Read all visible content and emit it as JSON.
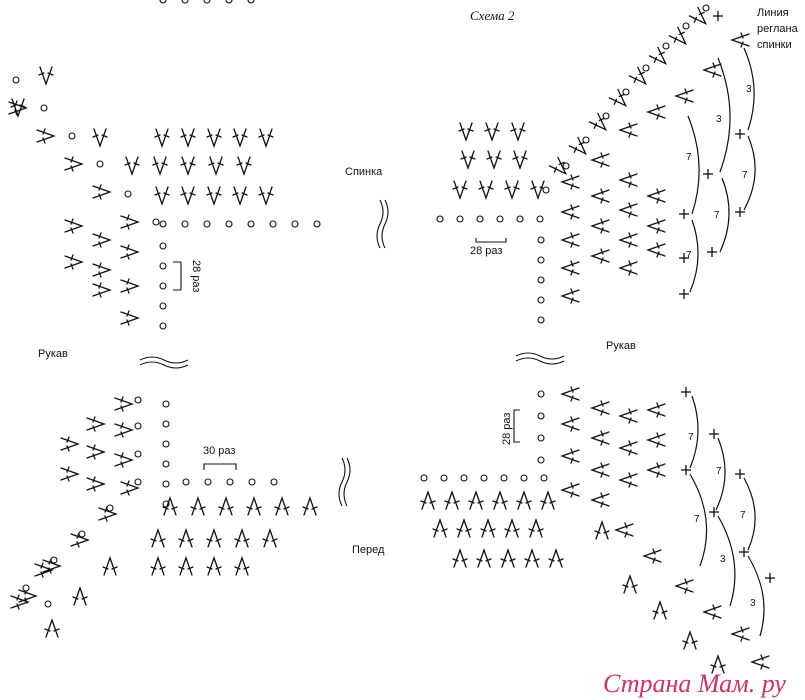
{
  "labels": {
    "title": "Схема 2",
    "raglan_line": "Линия реглана спинки",
    "raglan_line_1": "Линия",
    "raglan_line_2": "реглана",
    "raglan_line_3": "спинки",
    "back": "Спинка",
    "sleeve_left": "Рукав",
    "sleeve_right": "Рукав",
    "front": "Перед",
    "repeat_28_a": "28 раз",
    "repeat_28_b": "28 раз",
    "repeat_28_c": "28 раз",
    "repeat_30": "30 раз"
  },
  "counts": {
    "seven": "7",
    "three": "3"
  },
  "watermark": {
    "text": "Страна Мам. ру",
    "color": "#d01f5a"
  },
  "colors": {
    "ink": "#111111",
    "background": "#ffffff"
  },
  "symbols": {
    "stitch": "double-crochet-v-symbol",
    "chain": "chain-circle-symbol",
    "plus": "single-crochet-plus-symbol"
  }
}
